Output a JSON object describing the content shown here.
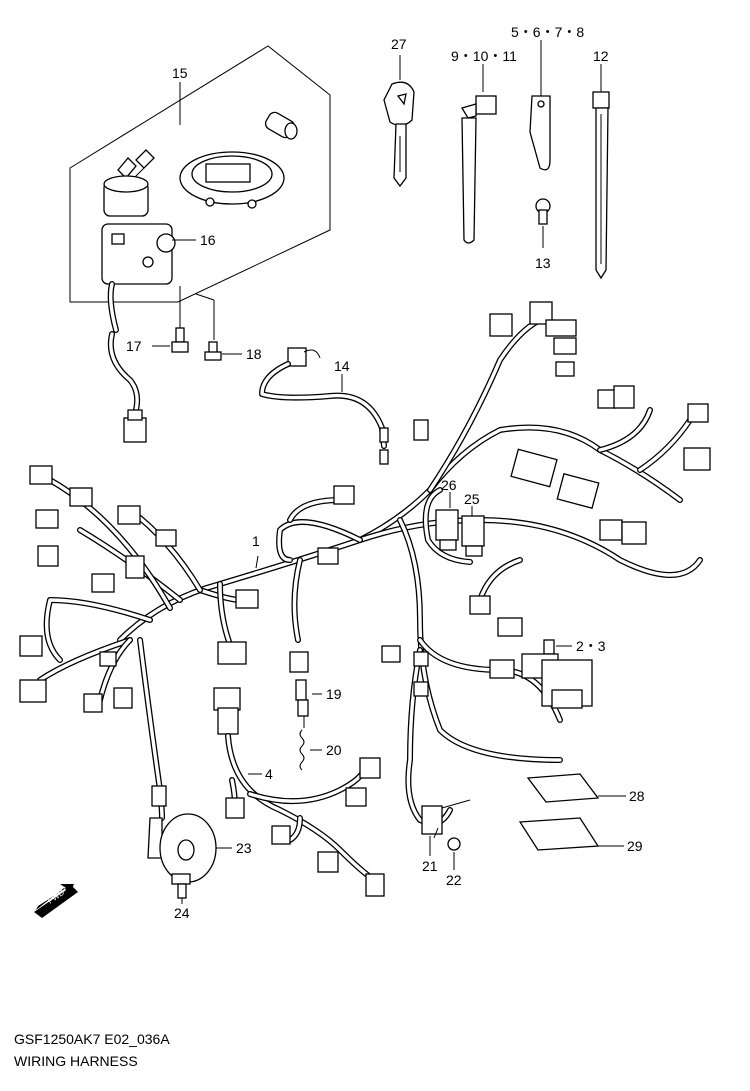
{
  "title": "WIRING HARNESS",
  "part_code": "GSF1250AK7 E02_036A",
  "fwd_label": "FWD",
  "callouts": {
    "c1": "1",
    "c2_3": "2・3",
    "c4": "4",
    "c5_8": "5・6・7・8",
    "c9_11": "9・10・11",
    "c12": "12",
    "c13": "13",
    "c14": "14",
    "c15": "15",
    "c16": "16",
    "c17": "17",
    "c18": "18",
    "c19": "19",
    "c20": "20",
    "c21": "21",
    "c22": "22",
    "c23": "23",
    "c24": "24",
    "c25": "25",
    "c26": "26",
    "c27": "27",
    "c28": "28",
    "c29": "29"
  }
}
